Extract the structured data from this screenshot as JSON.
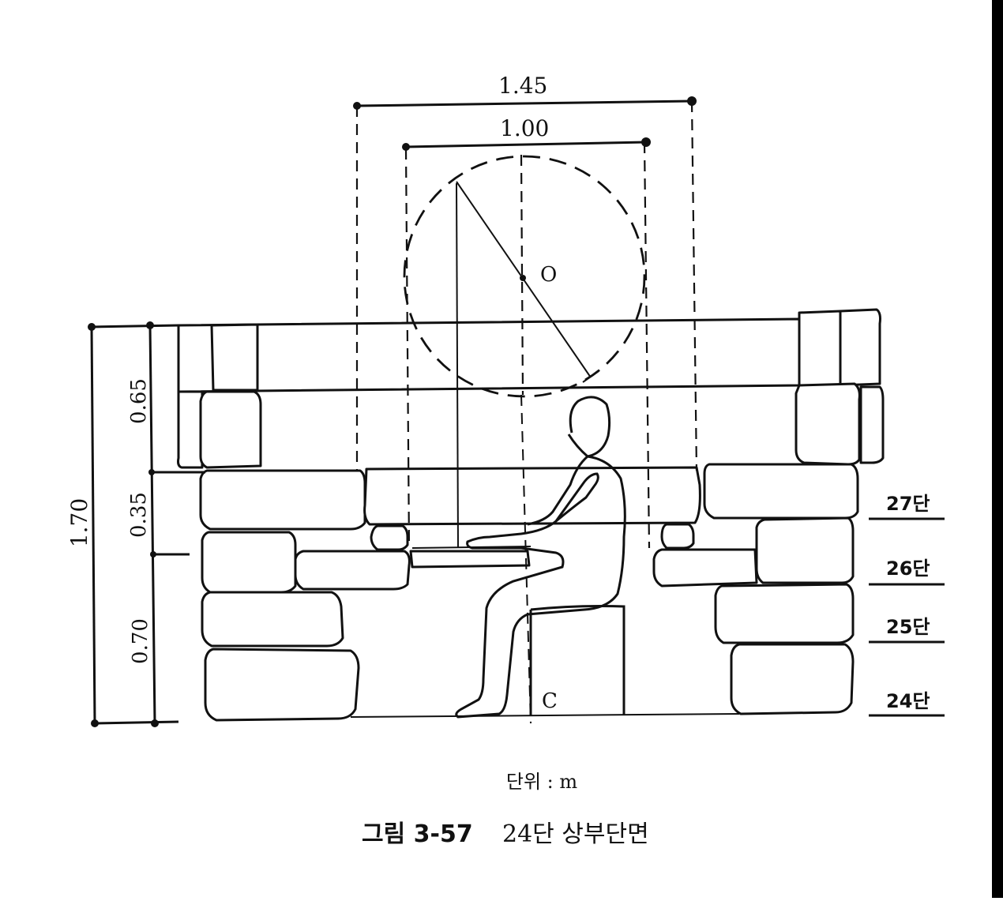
{
  "dimensions": {
    "top_outer_width": "1.45",
    "top_inner_width": "1.00",
    "total_height": "1.70",
    "segment_upper": "0.65",
    "segment_middle": "0.35",
    "segment_lower": "0.70"
  },
  "points": {
    "center_o": "O",
    "center_c": "C"
  },
  "courses": [
    "27단",
    "26단",
    "25단",
    "24단"
  ],
  "unit_note": "단위 : m",
  "caption": {
    "number": "그림 3-57",
    "title": "24단 상부단면"
  }
}
